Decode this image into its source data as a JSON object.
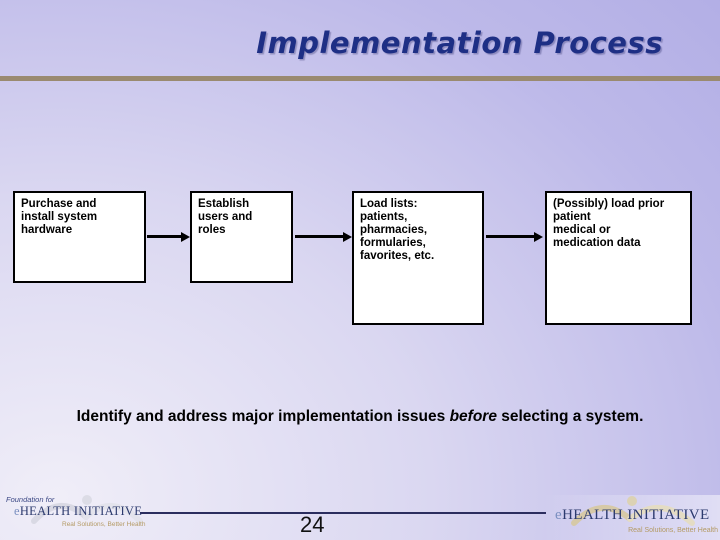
{
  "title": "Implementation Process",
  "flow": {
    "boxes": [
      {
        "text": "Purchase and\ninstall system\nhardware"
      },
      {
        "text": "Establish\nusers and\nroles"
      },
      {
        "text": "Load lists:\npatients,\npharmacies,\nformularies,\nfavorites, etc."
      },
      {
        "text": "(Possibly) load prior\npatient\nmedical or\nmedication data"
      }
    ]
  },
  "statement": {
    "lead": "Identify and address major implementation issues ",
    "emphasis": "before",
    "tail": " selecting a system."
  },
  "page_number": "24",
  "logos": {
    "left": {
      "pretext": "Foundation for",
      "name_e": "e",
      "name_rest": "HEALTH INITIATIVE",
      "tagline": "Real Solutions, Better Health"
    },
    "right": {
      "name_e": "e",
      "name_rest": "HEALTH INITIATIVE",
      "tagline": "Real Solutions, Better Health"
    }
  },
  "colors": {
    "title_navy": "#1e2f85",
    "gold_divider": "#9a8a70",
    "footer_line_navy": "#2b2d5e",
    "box_border": "#000000",
    "box_fill": "#ffffff",
    "logo_navy": "#2c3a6e",
    "logo_tan": "#b49a64",
    "background_light": "#f0eef8",
    "background_dark": "#b1ade5"
  }
}
